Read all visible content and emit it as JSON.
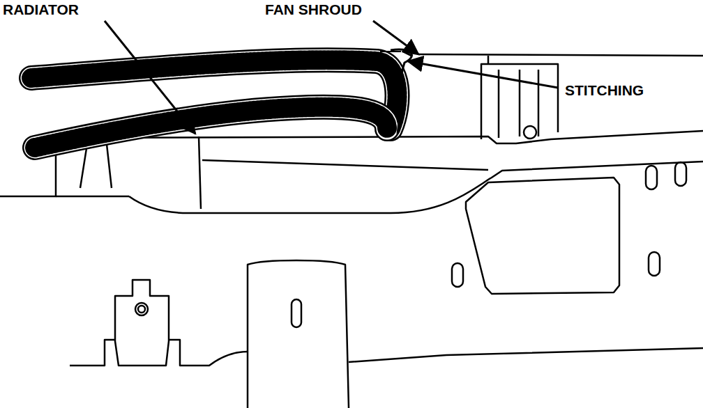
{
  "diagram": {
    "labels": [
      "RADIATOR",
      "FAN SHROUD",
      "STITCHING"
    ]
  }
}
